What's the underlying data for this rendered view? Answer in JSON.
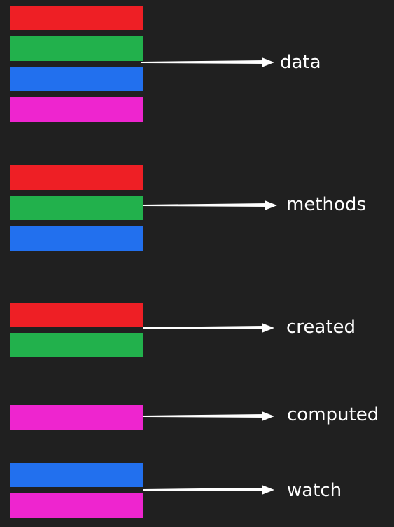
{
  "colors": {
    "background": "#202020",
    "red": "#ee1f25",
    "green": "#22b14c",
    "blue": "#2270ee",
    "magenta": "#ee25cf",
    "arrow": "#ffffff",
    "label": "#ffffff"
  },
  "groups": [
    {
      "label": "data",
      "bars": [
        "red",
        "green",
        "blue",
        "magenta"
      ]
    },
    {
      "label": "methods",
      "bars": [
        "red",
        "green",
        "blue"
      ]
    },
    {
      "label": "created",
      "bars": [
        "red",
        "green"
      ]
    },
    {
      "label": "computed",
      "bars": [
        "magenta"
      ]
    },
    {
      "label": "watch",
      "bars": [
        "blue",
        "magenta"
      ]
    }
  ]
}
